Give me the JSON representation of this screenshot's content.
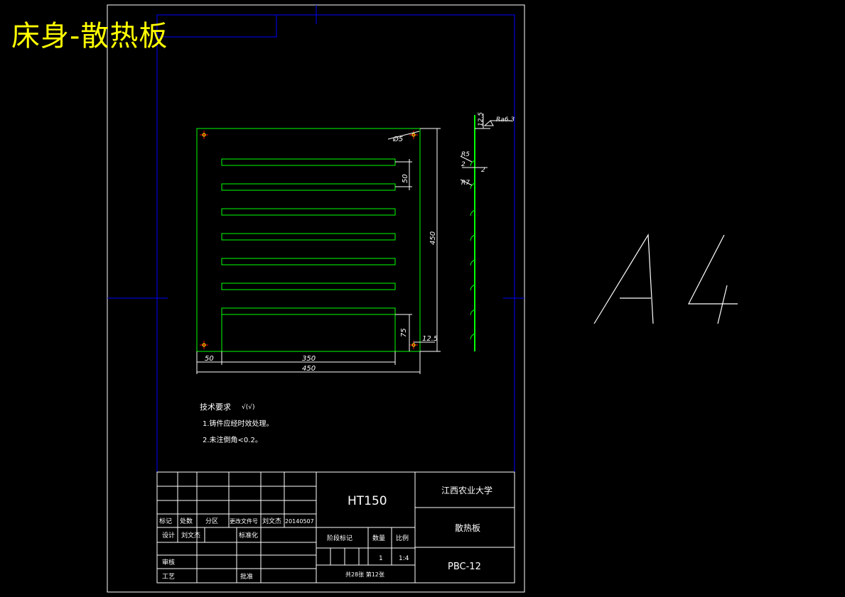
{
  "heading": "床身-散热板",
  "sheet_size": "A4",
  "colors": {
    "background": "#000000",
    "frame": "#ffffff",
    "border": "#0000ff",
    "part": "#00ff00",
    "heading": "#ffff00",
    "dimension": "#ffffff",
    "center_mark": "#ff0000"
  },
  "dimensions": {
    "hole_dia": "Ø5",
    "slot_pitch": "50",
    "height_total": "450",
    "bottom_offset": "75",
    "edge_offset": "12.5",
    "left_margin": "50",
    "slot_length": "350",
    "width_total": "450",
    "side_thickness": "12.5",
    "roughness": "Ra6.3",
    "radius_1": "R5",
    "radius_2": "R7",
    "gap_1": "2",
    "gap_2": "2"
  },
  "notes": {
    "title": "技术要求",
    "symbol": "√(√)",
    "line1": "1.铸件应经时效处理。",
    "line2": "2.未注倒角<0.2。"
  },
  "title_block": {
    "material": "HT150",
    "school": "江西农业大学",
    "part_name": "散热板",
    "drawing_no": "PBC-12",
    "row_labels": [
      "标记",
      "处数",
      "分区",
      "更改文件号",
      "刘文杰",
      "20140507"
    ],
    "design_label": "设计",
    "designer": "刘文杰",
    "standard_label": "标准化",
    "review_label": "审核",
    "process_label": "工艺",
    "approve_label": "批准",
    "stage_label": "阶段标记",
    "weight_label": "数量",
    "scale_label": "比例",
    "quantity": "1",
    "scale": "1:4",
    "sheets": "共28张  第12张"
  }
}
